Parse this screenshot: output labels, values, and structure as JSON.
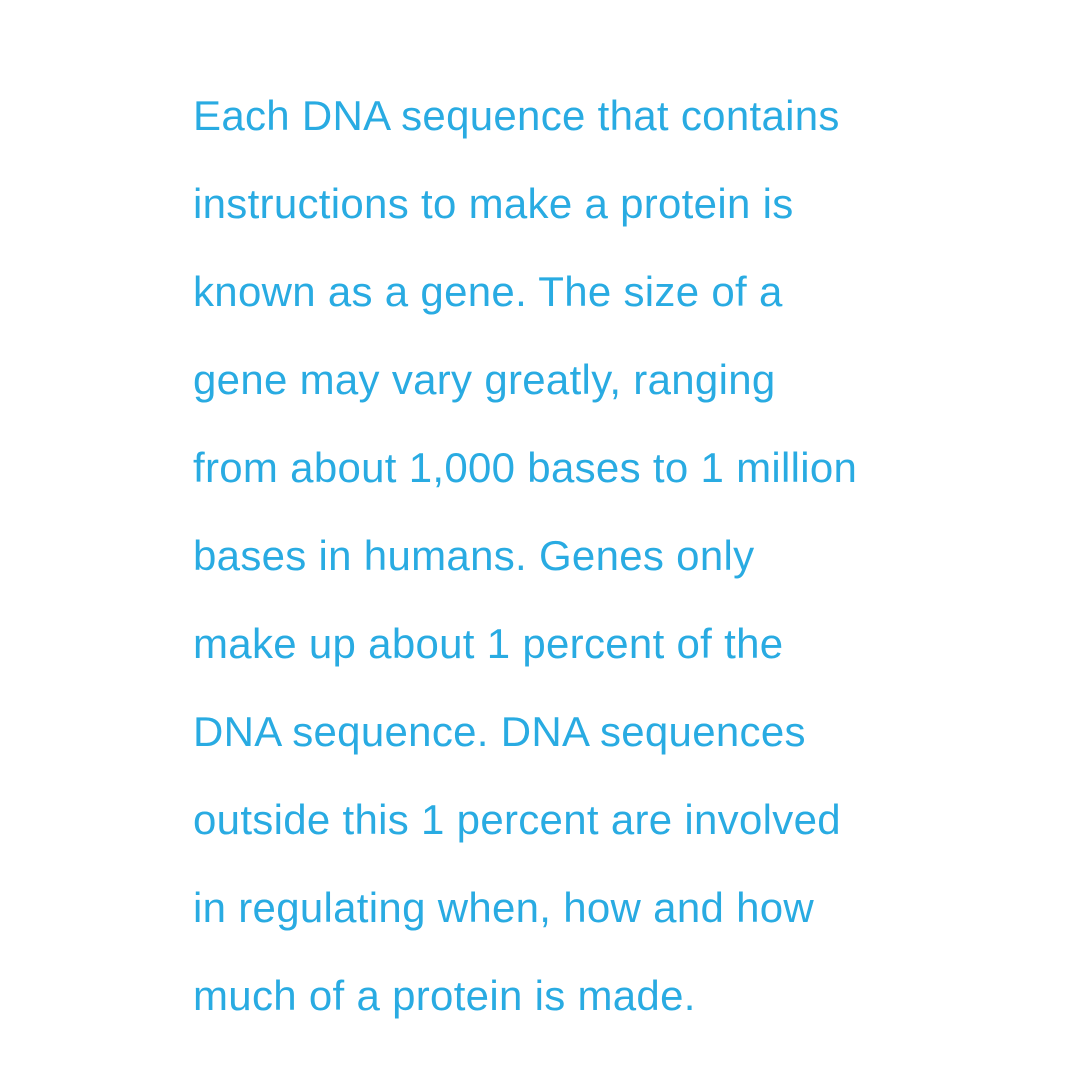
{
  "document": {
    "text_color": "#29abe2",
    "background_color": "#ffffff",
    "lines": [
      "Each DNA sequence that contains",
      "instructions to make a protein is",
      "known as a gene. The size of a",
      "gene may vary greatly, ranging",
      "from about 1,000 bases to 1 million",
      "bases in humans. Genes only",
      "make up about 1 percent of the",
      "DNA sequence. DNA sequences",
      "outside this 1 percent are involved",
      "in regulating when, how and how",
      "much of a protein is made."
    ]
  }
}
